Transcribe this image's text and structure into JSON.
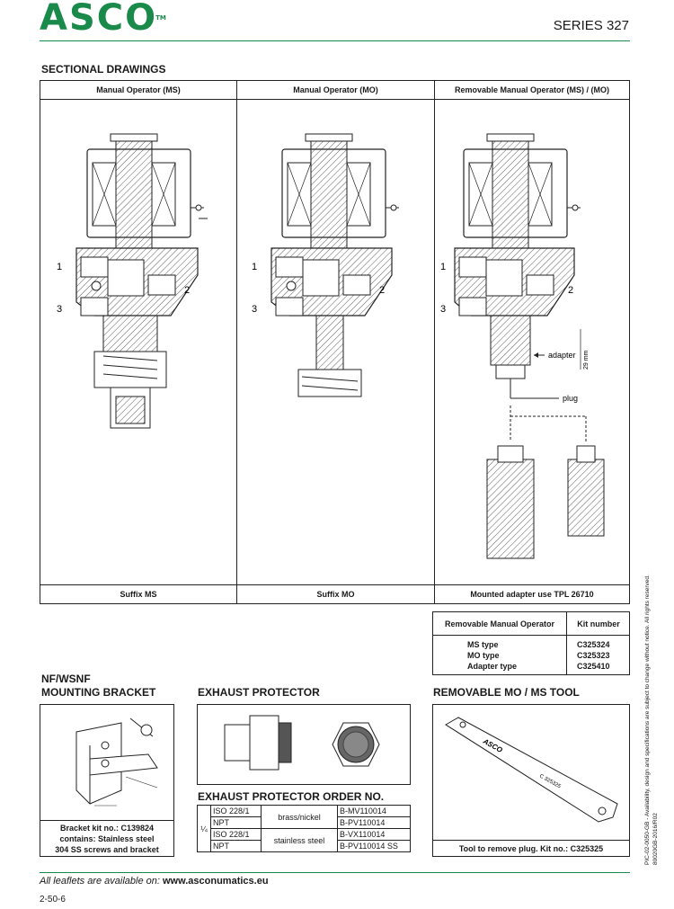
{
  "header": {
    "logo": "ASCO",
    "logo_tm": "TM",
    "series": "SERIES 327"
  },
  "sectional": {
    "title": "SECTIONAL DRAWINGS",
    "columns": [
      {
        "header": "Manual Operator (MS)",
        "footer": "Suffix MS"
      },
      {
        "header": "Manual Operator (MO)",
        "footer": "Suffix MO"
      },
      {
        "header": "Removable Manual Operator (MS) / (MO)",
        "footer": "Mounted adapter use TPL 26710"
      }
    ],
    "port_labels": [
      "1",
      "2",
      "3"
    ],
    "adapter_label": "adapter",
    "plug_label": "plug",
    "dim_label": "29 mm"
  },
  "kit_table": {
    "headers": [
      "Removable Manual Operator",
      "Kit number"
    ],
    "rows": [
      {
        "type": "MS type",
        "kit": "C325324"
      },
      {
        "type": "MO type",
        "kit": "C325323"
      },
      {
        "type": "Adapter type",
        "kit": "C325410"
      }
    ]
  },
  "bracket": {
    "title_line1": "NF/WSNF",
    "title_line2": "MOUNTING BRACKET",
    "caption_line1": "Bracket kit no.: C139824",
    "caption_line2": "contains: Stainless steel",
    "caption_line3": "304 SS screws and bracket"
  },
  "exhaust": {
    "title": "EXHAUST PROTECTOR",
    "order_title": "EXHAUST PROTECTOR ORDER NO.",
    "size": "¼",
    "rows": [
      {
        "thread": "ISO 228/1",
        "material": "brass/nickel",
        "order": "B-MV110014"
      },
      {
        "thread": "NPT",
        "order": "B-PV110014"
      },
      {
        "thread": "ISO 228/1",
        "material": "stainless steel",
        "order": "B-VX110014"
      },
      {
        "thread": "NPT",
        "order": "B-PV110014 SS"
      }
    ]
  },
  "tool": {
    "title": "REMOVABLE MO / MS TOOL",
    "caption": "Tool to remove plug. Kit no.: C325325",
    "engraving_logo": "ASCO",
    "engraving_code": "C 325325"
  },
  "side_note": {
    "line1": "PIC-02-0050-GB - Availability, design and specifications are subject to change without notice. All rights reserved.",
    "line2": "80020GB-2016/R02"
  },
  "footer": {
    "prefix": "All leaflets are available on: ",
    "url": "www.asconumatics.eu",
    "page": "2-50-6"
  }
}
